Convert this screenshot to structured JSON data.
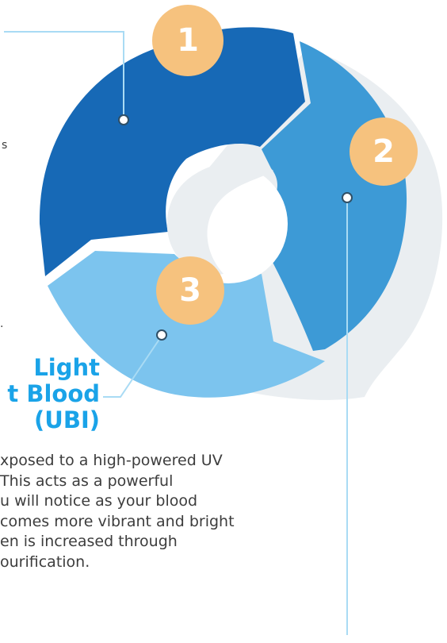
{
  "colors": {
    "segment_1": "#1769b6",
    "segment_2": "#3d9ad6",
    "segment_3": "#7cc4ee",
    "shadow": "#eaeef1",
    "badge": "#f6c27e",
    "connector": "#a9dbf4",
    "title": "#1aa3e8",
    "text": "#3d3d3d"
  },
  "badges": [
    {
      "number": "1"
    },
    {
      "number": "2"
    },
    {
      "number": "3"
    }
  ],
  "left_fragments": [
    "s",
    "."
  ],
  "title_lines": [
    "Light",
    "t Blood",
    "(UBI)"
  ],
  "description_lines": [
    "xposed to a high-powered UV",
    "This acts as a powerful",
    "u will notice as your blood",
    "comes more vibrant and bright",
    "en is increased through",
    "ourification."
  ]
}
